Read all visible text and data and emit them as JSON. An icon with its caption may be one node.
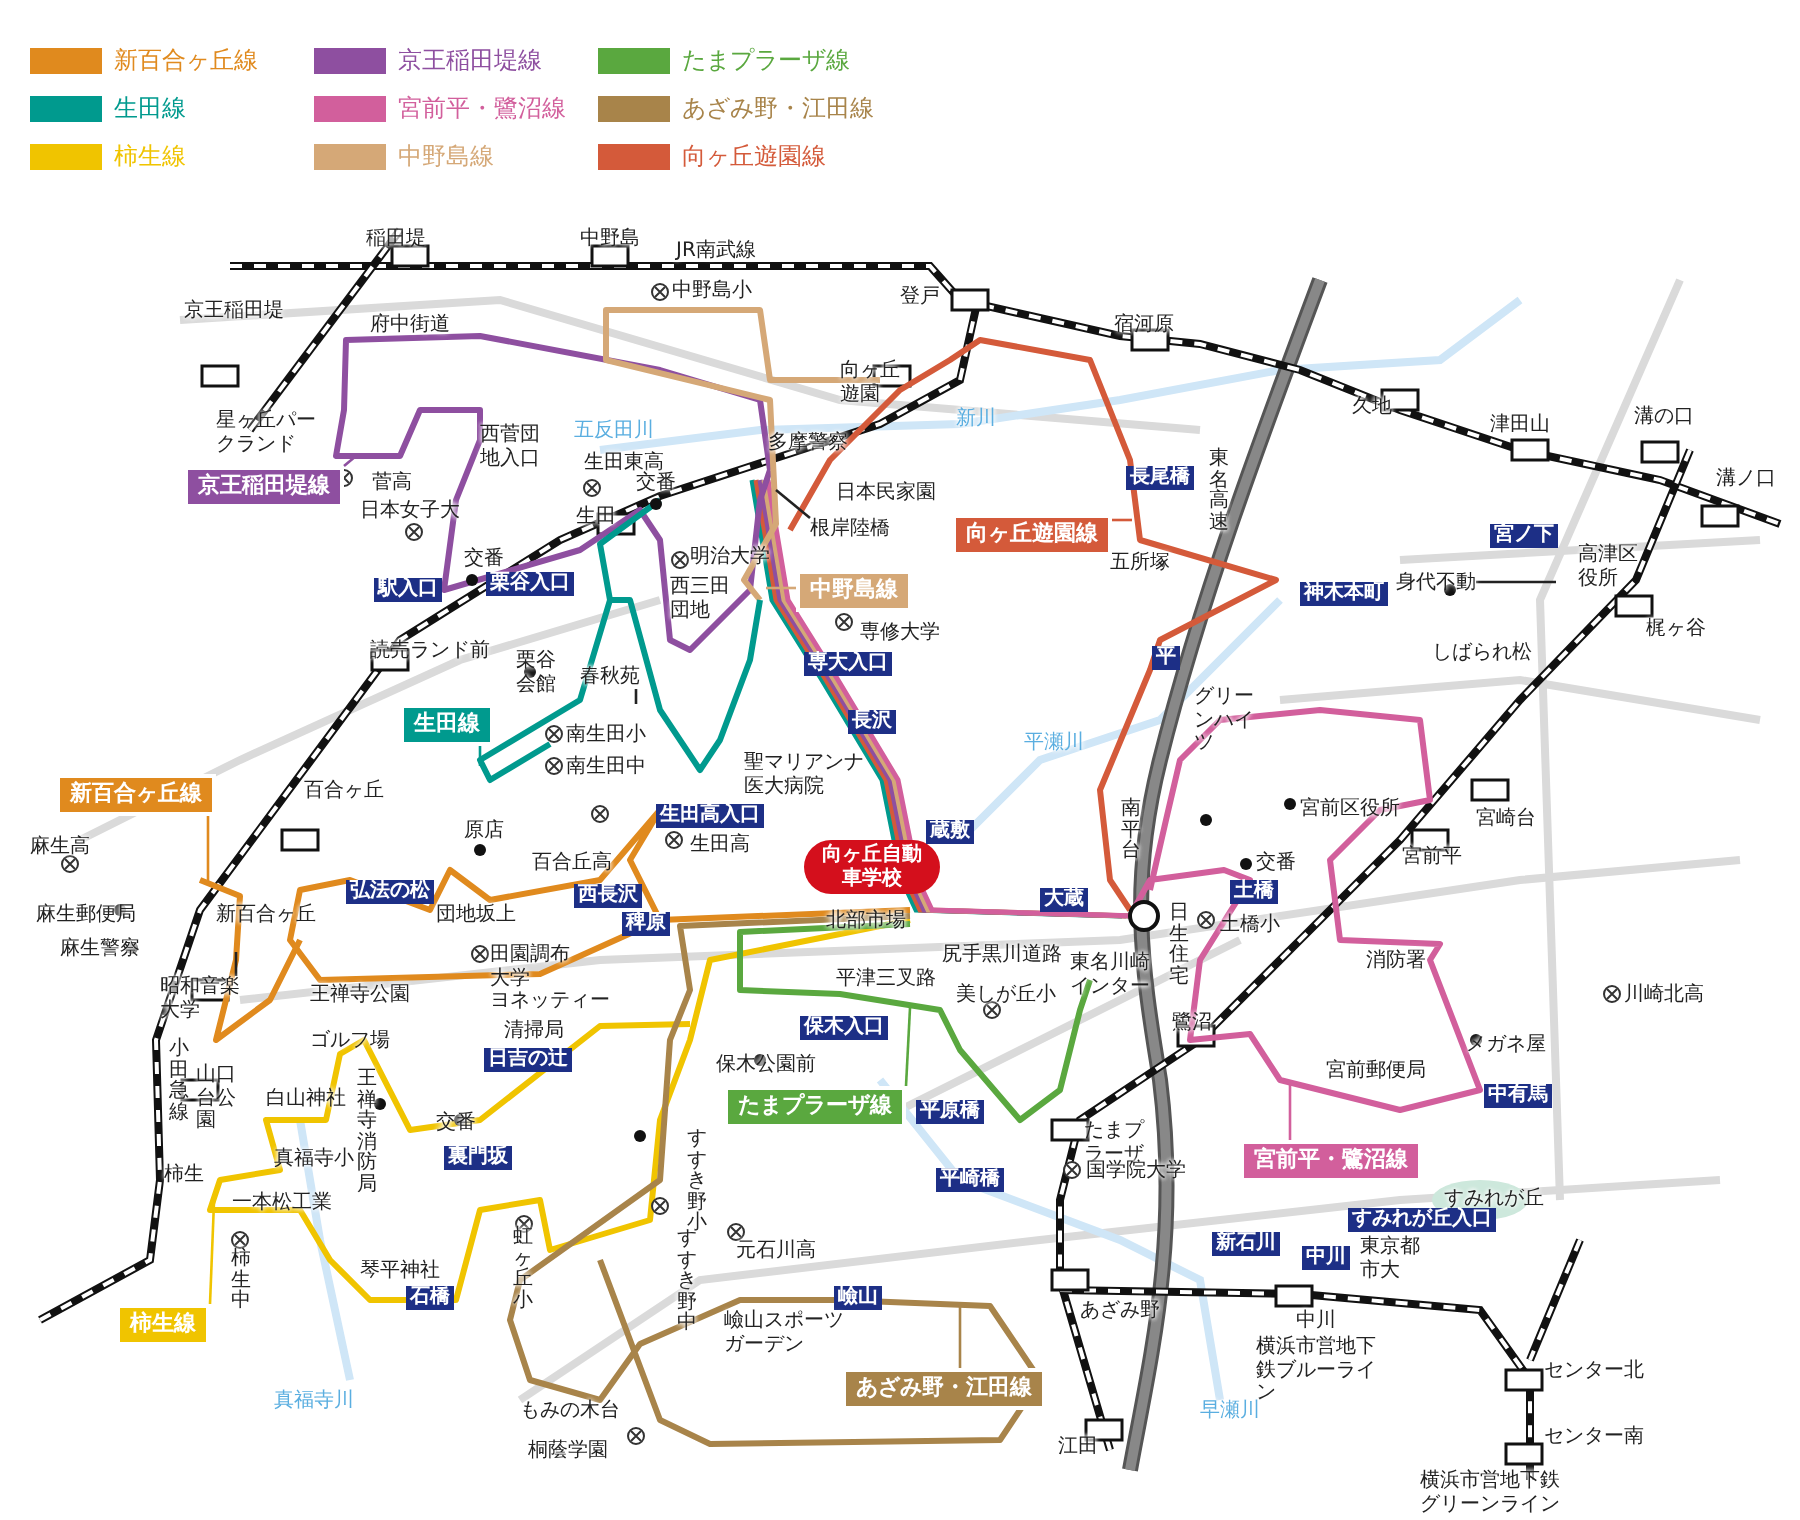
{
  "diagram": {
    "nodes": [
      {
        "text": [
          "京王稲田堤線"
        ]
      },
      {
        "text": [
          "中野島線"
        ]
      },
      {
        "text": [
          "向ヶ丘遊園線"
        ]
      },
      {
        "text": [
          "生田線"
        ]
      },
      {
        "text": [
          "新百合ヶ丘線"
        ]
      },
      {
        "text": [
          "たまプラーザ線"
        ]
      },
      {
        "text": [
          "宮前平・鷺沼線"
        ]
      },
      {
        "text": [
          "柿生線"
        ]
      },
      {
        "text": [
          "あざみ野・江田線"
        ]
      },
      {
        "text": [
          "根岸陸橋"
        ]
      },
      {
        "text": [
          "身代不動"
        ]
      },
      {
        "text": [
          "春秋苑"
        ]
      },
      {
        "text": [
          "昭和音楽大学"
        ]
      }
    ],
    "edges": [
      {
        "from": 0,
        "to": null,
        "arrow": "none",
        "color": "#8e4fa0"
      },
      {
        "from": 1,
        "to": null,
        "arrow": "none",
        "color": "#d5a877"
      },
      {
        "from": 2,
        "to": null,
        "arrow": "none",
        "color": "#d45a3a"
      },
      {
        "from": 3,
        "to": null,
        "arrow": "none",
        "color": "#009a8e"
      },
      {
        "from": 4,
        "to": null,
        "arrow": "none",
        "color": "#e08a1e"
      },
      {
        "from": 5,
        "to": null,
        "arrow": "none",
        "color": "#5aa83f"
      },
      {
        "from": 6,
        "to": null,
        "arrow": "none",
        "color": "#d25f9c"
      },
      {
        "from": 7,
        "to": null,
        "arrow": "none",
        "color": "#f0c400"
      },
      {
        "from": 8,
        "to": null,
        "arrow": "none",
        "color": "#a8844a"
      },
      {
        "from": 9,
        "to": null,
        "arrow": "none"
      },
      {
        "from": 10,
        "to": null,
        "arrow": "none"
      },
      {
        "from": 11,
        "to": null,
        "arrow": "none"
      },
      {
        "from": 12,
        "to": null,
        "arrow": "none"
      }
    ],
    "labels": [
      "稲田堤",
      "中野島",
      "JR南武線",
      "京王稲田堤",
      "中野島小",
      "府中街道",
      "登戸",
      "宿河原",
      "向ヶ丘遊園",
      "星ヶ丘パークランド",
      "菅高",
      "西菅団地入口",
      "五反田川",
      "多摩警察",
      "生田東高",
      "新川",
      "日本民家園",
      "長尾橋",
      "東名高速",
      "久地",
      "津田山",
      "溝の口",
      "交番",
      "生田",
      "明治大学",
      "日本女子大",
      "溝ノ口",
      "交番",
      "駅入口",
      "栗谷入口",
      "西三田団地",
      "専修大学",
      "読売ランド前",
      "栗谷会館",
      "専大入口",
      "平",
      "南生田小",
      "南生田中",
      "長沢",
      "聖マリアンナ医大病院",
      "百合ヶ丘",
      "五所塚",
      "神木本町",
      "宮ノ下",
      "高津区役所",
      "梶ヶ谷",
      "しばられ松",
      "グリーンハイツ",
      "平瀬川",
      "南平台",
      "宮前区役所",
      "宮崎台",
      "宮前平",
      "麻生高",
      "生田高入口",
      "生田高",
      "百合丘高",
      "原店",
      "向ヶ丘自動車学校",
      "蔵敷",
      "弘法の松",
      "西長沢",
      "交番",
      "土橋",
      "尻手黒川道路",
      "大蔵",
      "日生住宅",
      "土橋小",
      "麻生郵便局",
      "新百合ヶ丘",
      "団地坂上",
      "麻生警察",
      "稗原",
      "北部市場",
      "消防署",
      "川崎北高",
      "田園調布大学",
      "美しが丘小",
      "東名川崎インター",
      "平津三叉路",
      "王禅寺公園",
      "ヨネッティー",
      "清掃局",
      "小田急線",
      "鷺沼",
      "宮前郵便局",
      "メガネ屋",
      "保木入口",
      "ゴルフ場",
      "山口台公園",
      "白山神社",
      "王禅寺消防局",
      "日吉の辻",
      "保木公園前",
      "中有馬",
      "平原橋",
      "たまプラーザ",
      "交番",
      "真福寺小",
      "裏門坂",
      "柿生",
      "一本松工業",
      "すすき野小",
      "平崎橋",
      "国学院大学",
      "元石川高",
      "柿生中",
      "虹ヶ丘小",
      "すすき野中",
      "すみれが丘",
      "すみれが丘入口",
      "新石川",
      "中川",
      "東京都市大",
      "琴平神社",
      "石橋",
      "嶮山",
      "嶮山スポーツガーデン",
      "あざみ野",
      "中川",
      "横浜市営地下鉄ブルーライン",
      "センター北",
      "真福寺川",
      "もみの木台",
      "早瀬川",
      "桐蔭学園",
      "江田",
      "センター南",
      "横浜市営地下鉄グリーンライン"
    ],
    "legend": [
      {
        "text": "新百合ヶ丘線",
        "color": "#e08a1e"
      },
      {
        "text": "京王稲田堤線",
        "color": "#8e4fa0"
      },
      {
        "text": "たまプラーザ線",
        "color": "#5aa83f"
      },
      {
        "text": "生田線",
        "color": "#009a8e"
      },
      {
        "text": "宮前平・鷺沼線",
        "color": "#d25f9c"
      },
      {
        "text": "あざみ野・江田線",
        "color": "#a8844a"
      },
      {
        "text": "柿生線",
        "color": "#f0c400"
      },
      {
        "text": "中野島線",
        "color": "#d5a877"
      },
      {
        "text": "向ヶ丘遊園線",
        "color": "#d45a3a"
      }
    ]
  }
}
